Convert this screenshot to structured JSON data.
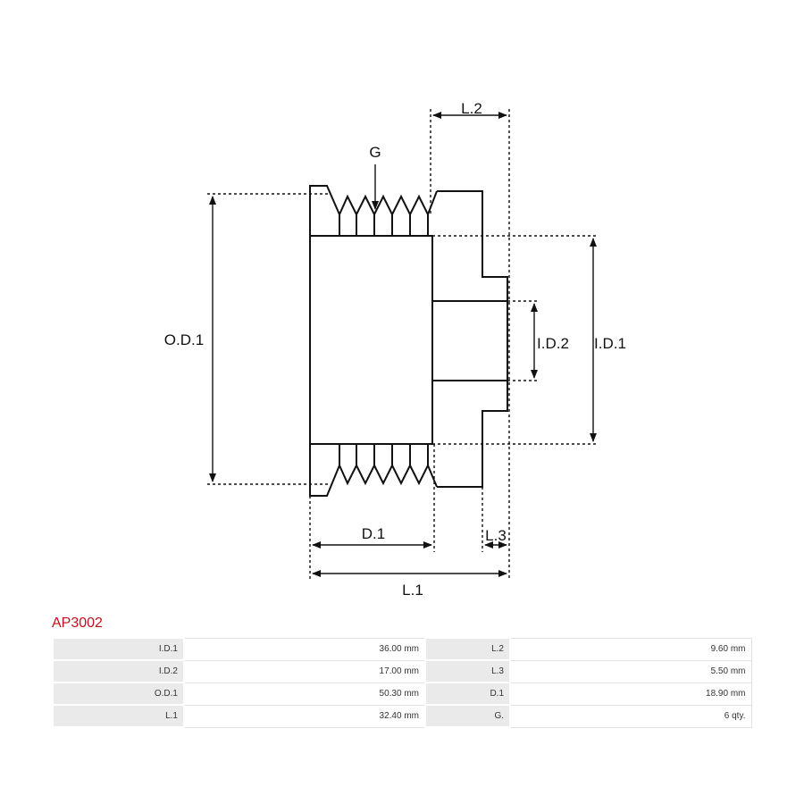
{
  "diagram": {
    "labels": {
      "g": "G",
      "l2": "L.2",
      "od1": "O.D.1",
      "id2": "I.D.2",
      "id1": "I.D.1",
      "d1": "D.1",
      "l3": "L.3",
      "l1": "L.1"
    }
  },
  "product": {
    "code": "AP3002"
  },
  "specs": [
    {
      "k1": "I.D.1",
      "v1": "36.00 mm",
      "k2": "L.2",
      "v2": "9.60 mm"
    },
    {
      "k1": "I.D.2",
      "v1": "17.00 mm",
      "k2": "L.3",
      "v2": "5.50 mm"
    },
    {
      "k1": "O.D.1",
      "v1": "50.30 mm",
      "k2": "D.1",
      "v2": "18.90 mm"
    },
    {
      "k1": "L.1",
      "v1": "32.40 mm",
      "k2": "G.",
      "v2": "6 qty."
    }
  ]
}
